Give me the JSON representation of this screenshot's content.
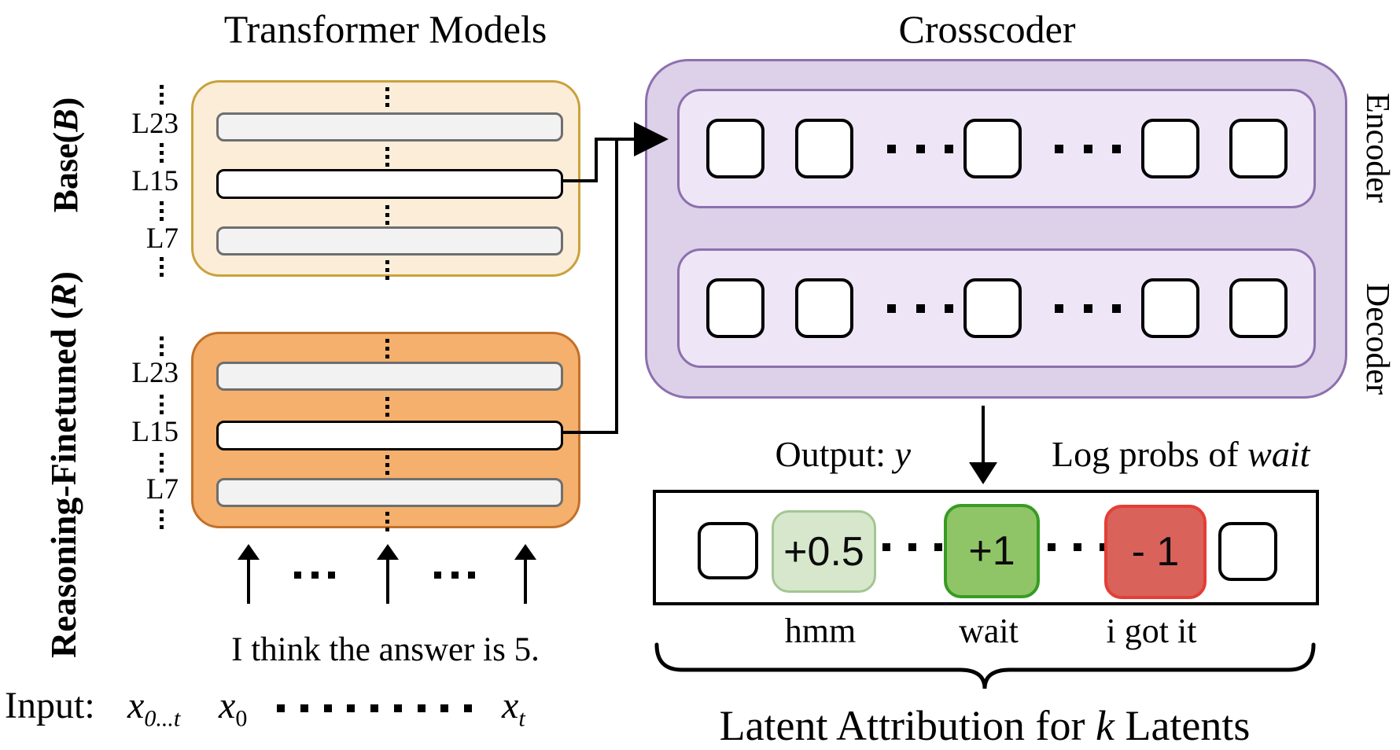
{
  "titles": {
    "left": "Transformer Models",
    "right": "Crosscoder"
  },
  "models": {
    "base": {
      "label_prefix": "Base(",
      "label_var": "B",
      "label_suffix": ")",
      "layers": [
        "L23",
        "L15",
        "L7"
      ]
    },
    "reasoning": {
      "label_prefix": "Reasoning-Finetuned (",
      "label_var": "R",
      "label_suffix": ")",
      "layers": [
        "L23",
        "L15",
        "L7"
      ]
    }
  },
  "crosscoder": {
    "encoder_label": "Encoder",
    "decoder_label": "Decoder"
  },
  "output_label": {
    "prefix": "Output: ",
    "var": "y"
  },
  "logprobs_label": {
    "prefix": "Log probs of ",
    "word": "wait"
  },
  "attribution": {
    "values": [
      "+0.5",
      "+1",
      "- 1"
    ],
    "tokens": [
      "hmm",
      "wait",
      "i got it"
    ],
    "caption_prefix": "Latent Attribution for ",
    "caption_var": "k",
    "caption_suffix": " Latents"
  },
  "sentence": "I think the answer is 5.",
  "input_line": {
    "label": "Input:",
    "var": "x",
    "sub_range": "0...t",
    "sub_first": "0",
    "sub_last": "t"
  },
  "colors": {
    "base_fill": "#fcedd9",
    "base_border": "#c9a23c",
    "reasoning_fill": "#f4b06c",
    "reasoning_border": "#c2702a",
    "bar_fill": "#f2f2f2",
    "bar_border": "#6e6e6e",
    "crosscoder_fill": "#dcd1e8",
    "crosscoder_border": "#8d6fae",
    "inner_fill": "#eee6f7",
    "pos_light_fill": "#d6e7cc",
    "pos_light_border": "#a3c693",
    "pos_fill": "#90c567",
    "pos_border": "#379b24",
    "neg_fill": "#d9625b",
    "neg_border": "#e23f36"
  }
}
